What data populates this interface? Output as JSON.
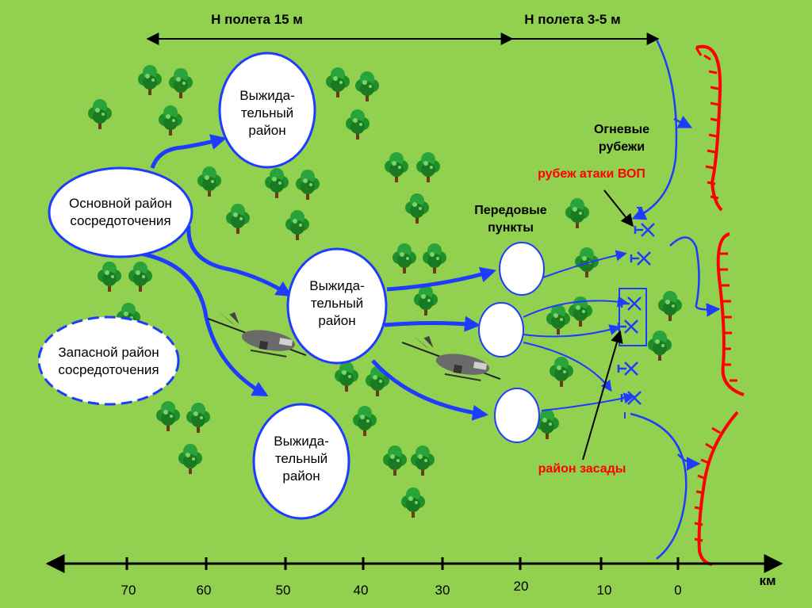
{
  "header": {
    "height_15": "Н полета 15 м",
    "height_3_5": "Н полета 3-5 м"
  },
  "areas": {
    "main_line1": "Основной район",
    "main_line2": "сосредоточения",
    "reserve_line1": "Запасной район",
    "reserve_line2": "сосредоточения",
    "wait_line1": "Выжида-",
    "wait_line2": "тельный",
    "wait_line3": "район"
  },
  "labels": {
    "forward_line1": "Передовые",
    "forward_line2": "пункты",
    "fire_line1": "Огневые",
    "fire_line2": "рубежи",
    "attack_line": "рубеж атаки ВОП",
    "ambush": "район засады"
  },
  "axis": {
    "unit": "км",
    "ticks": [
      "70",
      "60",
      "50",
      "40",
      "30",
      "20",
      "10",
      "0"
    ]
  },
  "colors": {
    "background": "#92d050",
    "arrow_blue": "#1e3cff",
    "enemy_red": "#ff0000",
    "tree_green": "#1f8f2a"
  }
}
